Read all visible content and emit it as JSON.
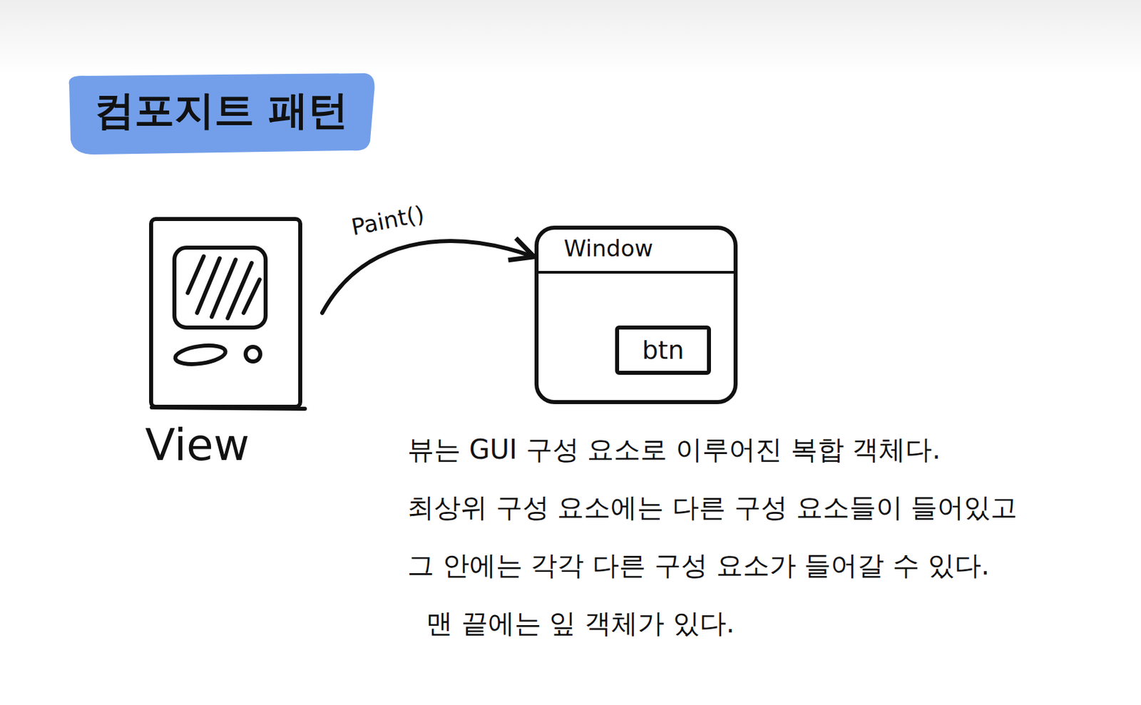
{
  "diagram": {
    "title": "컴포지트 패턴",
    "nodes": [
      {
        "text": [
          "View"
        ]
      },
      {
        "text": [
          "Window"
        ]
      },
      {
        "text": [
          "btn"
        ],
        "in": 1
      }
    ],
    "edges": [
      {
        "from": 0,
        "to": 1,
        "label": "Paint()",
        "arrow": "to"
      }
    ],
    "labels": [
      "뷰는 GUI 구성 요소로 이루어진 복합 객체다.",
      "최상위 구성 요소에는 다른 구성 요소들이 들어있고",
      "그 안에는 각각 다른 구성 요소가 들어갈 수 있다.",
      "맨 끝에는 잎 객체가 있다."
    ]
  }
}
